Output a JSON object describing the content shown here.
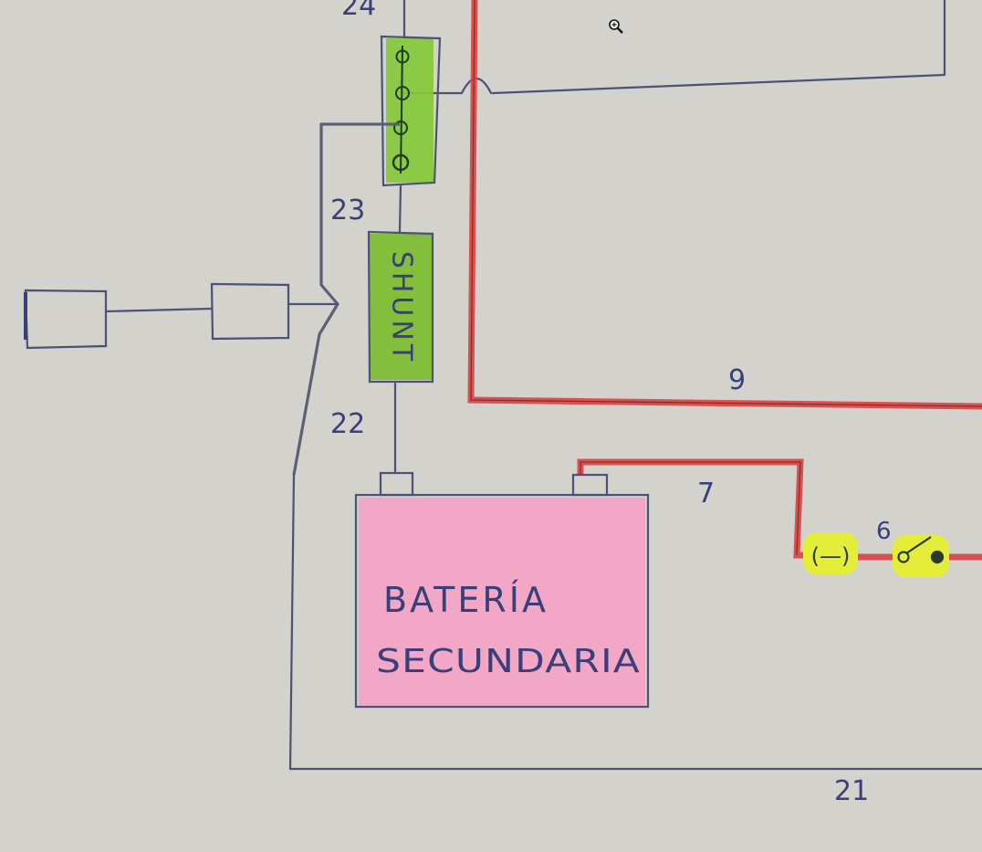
{
  "diagram": {
    "battery_label_line1": "BATERÍA",
    "battery_label_line2": "SECUNDARIA",
    "shunt_label": "SHUNT",
    "wire_labels": {
      "w24": "24",
      "w23": "23",
      "w22": "22",
      "w9": "9",
      "w7": "7",
      "w6": "6",
      "w21": "21"
    },
    "fuse_symbol": "(—)",
    "colors": {
      "paper": "#d4d2cc",
      "ink": "#3a3f7a",
      "positive_wire": "#d9423f",
      "battery_fill": "#f2a7c6",
      "shunt_fill": "#7fbf2f",
      "highlight": "#e4ee3a"
    },
    "icons": {
      "cursor": "zoom-in-icon"
    }
  }
}
